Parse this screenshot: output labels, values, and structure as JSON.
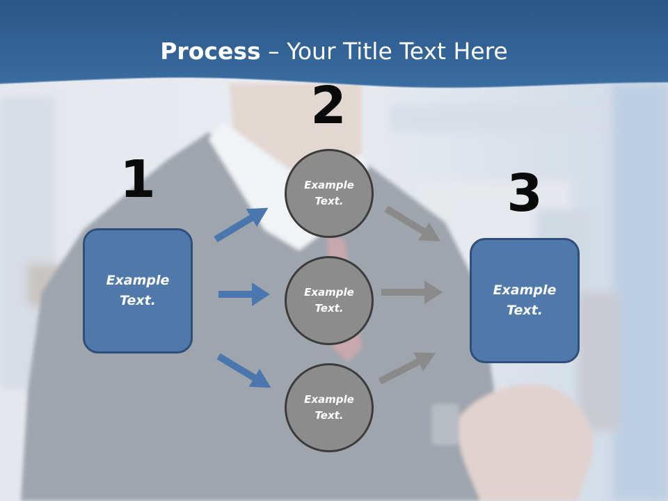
{
  "title": {
    "bold": "Process",
    "rest": " – Your Title Text Here"
  },
  "steps": [
    {
      "number": "1"
    },
    {
      "number": "2"
    },
    {
      "number": "3"
    }
  ],
  "left_box": {
    "text": "Example\nText."
  },
  "right_box": {
    "text": "Example\nText."
  },
  "circles": [
    {
      "text": "Example\nText."
    },
    {
      "text": "Example\nText."
    },
    {
      "text": "Example\nText."
    }
  ],
  "colors": {
    "header": "#2e5f92",
    "box_fill": "#4f79aa",
    "box_border": "#2f4f78",
    "circle_fill": "#8c8c8c",
    "circle_border": "#3b3b3b",
    "blue_arrow": "#4a77ad",
    "gray_arrow": "#8a8a8a"
  }
}
